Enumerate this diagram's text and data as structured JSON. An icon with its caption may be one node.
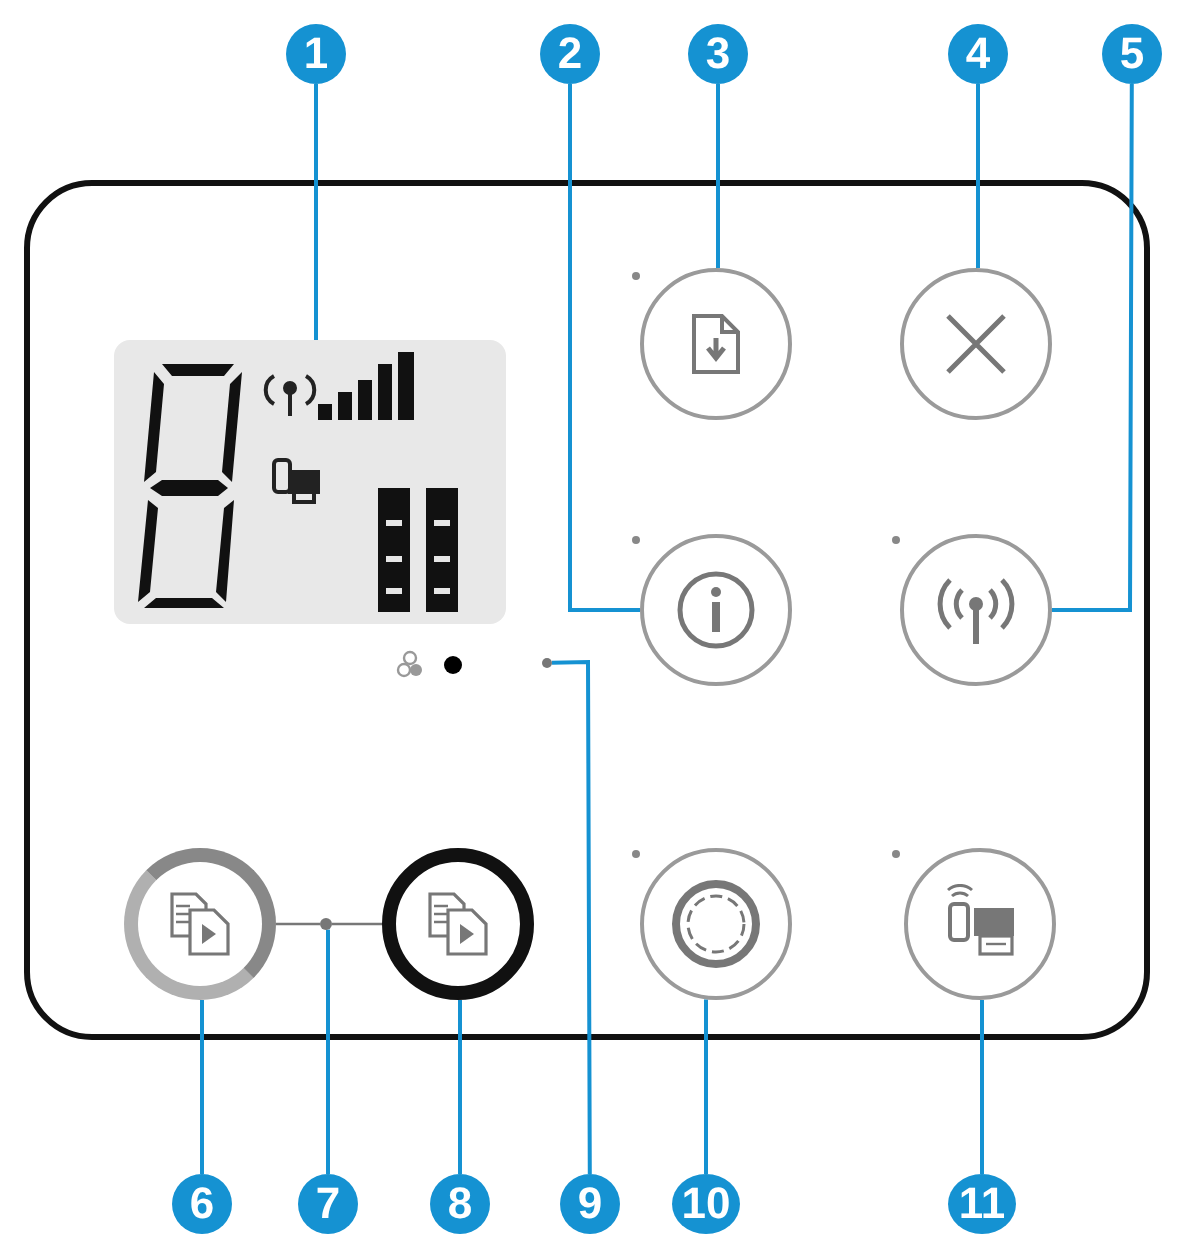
{
  "diagram": {
    "nodes": [
      {
        "text": [
          "1"
        ]
      },
      {
        "text": [
          "2"
        ]
      },
      {
        "text": [
          "3"
        ]
      },
      {
        "text": [
          "4"
        ]
      },
      {
        "text": [
          "5"
        ]
      },
      {
        "text": [
          "6"
        ]
      },
      {
        "text": [
          "7"
        ]
      },
      {
        "text": [
          "8"
        ]
      },
      {
        "text": [
          "9"
        ]
      },
      {
        "text": [
          "10"
        ]
      },
      {
        "text": [
          "11"
        ]
      },
      {
        "text": [],
        "shape": "box"
      },
      {
        "text": [],
        "shape": "circle"
      },
      {
        "text": [],
        "shape": "circle"
      },
      {
        "text": [],
        "shape": "circle"
      },
      {
        "text": [],
        "shape": "circle"
      },
      {
        "text": [],
        "shape": "circle"
      },
      {
        "text": [],
        "shape": "circle"
      },
      {
        "text": [],
        "shape": "circle"
      },
      {
        "text": [],
        "shape": "circle"
      },
      {
        "text": [],
        "shape": "circle"
      },
      {
        "text": [],
        "shape": "circle"
      }
    ],
    "edges": [
      {
        "from": 0,
        "to": 11,
        "arrow": "none"
      },
      {
        "from": 1,
        "to": 14,
        "arrow": "none"
      },
      {
        "from": 2,
        "to": 12,
        "arrow": "none"
      },
      {
        "from": 3,
        "to": 13,
        "arrow": "none"
      },
      {
        "from": 4,
        "to": 15,
        "arrow": "none"
      },
      {
        "from": 5,
        "to": 16,
        "arrow": "none"
      },
      {
        "from": 6,
        "to": 17,
        "arrow": "none"
      },
      {
        "from": 7,
        "to": 18,
        "arrow": "none"
      },
      {
        "from": 8,
        "to": 19,
        "arrow": "none"
      },
      {
        "from": 9,
        "to": 20,
        "arrow": "none"
      },
      {
        "from": 10,
        "to": 21,
        "arrow": "none"
      },
      {
        "from": 16,
        "to": 17,
        "arrow": "none",
        "color": "#777777"
      },
      {
        "from": 17,
        "to": 18,
        "arrow": "none",
        "color": "#777777"
      }
    ]
  }
}
